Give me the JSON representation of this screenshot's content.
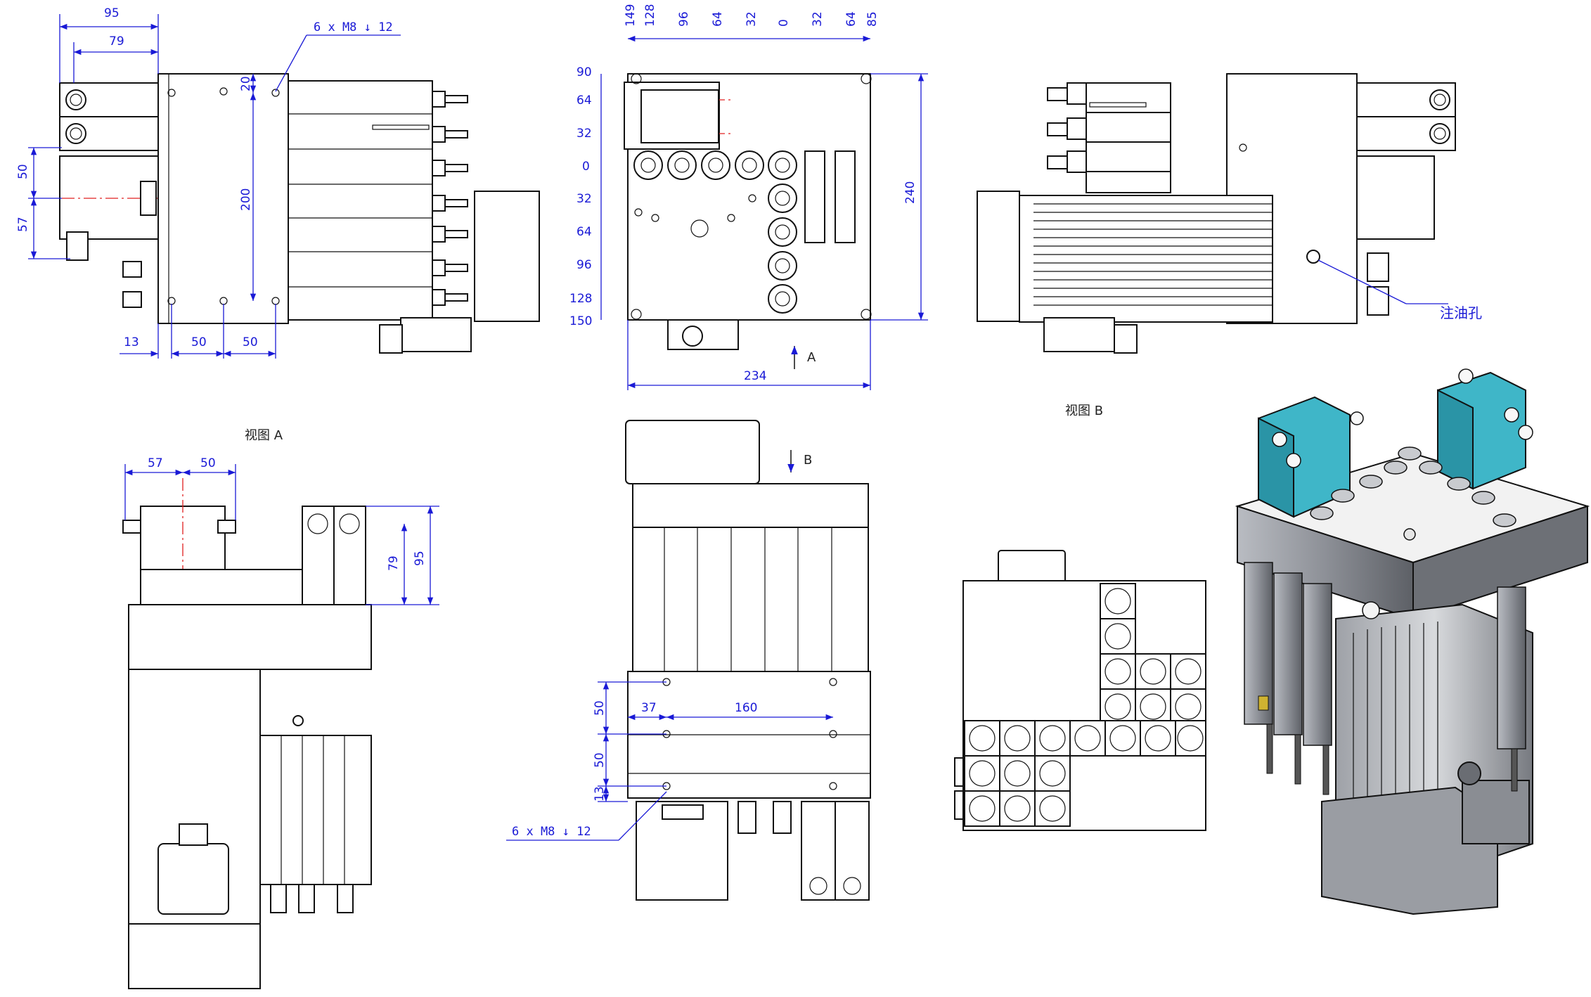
{
  "views": {
    "view_a": "视图 A",
    "view_b": "视图 B"
  },
  "notes": {
    "thread_top": "6 x  M8 ↓ 12",
    "thread_bottom": "6 x  M8 ↓ 12",
    "oil_hole": "注油孔",
    "arrow_a": "A",
    "arrow_b": "B"
  },
  "dims_left": {
    "w95": "95",
    "w79": "79",
    "h20": "20",
    "h200": "200",
    "h50": "50",
    "h57": "57",
    "b13": "13",
    "b50a": "50",
    "b50b": "50"
  },
  "dims_top_center": {
    "x_ticks": [
      "149",
      "128",
      "96",
      "64",
      "32",
      "0",
      "32",
      "64",
      "85"
    ],
    "y_ticks": [
      "90",
      "64",
      "32",
      "0",
      "32",
      "64",
      "96",
      "128",
      "150"
    ],
    "width": "234",
    "height": "240"
  },
  "dims_view_a": {
    "w57": "57",
    "w50": "50",
    "h79": "79",
    "h95": "95"
  },
  "dims_bottom_center": {
    "v50a": "50",
    "v50b": "50",
    "v13": "13",
    "h37": "37",
    "h160": "160"
  },
  "colors": {
    "dimension": "#1a1ad6",
    "centerline": "#e02020",
    "cyan_block": "#3fb6c8",
    "body_gray": "#8d9097"
  }
}
